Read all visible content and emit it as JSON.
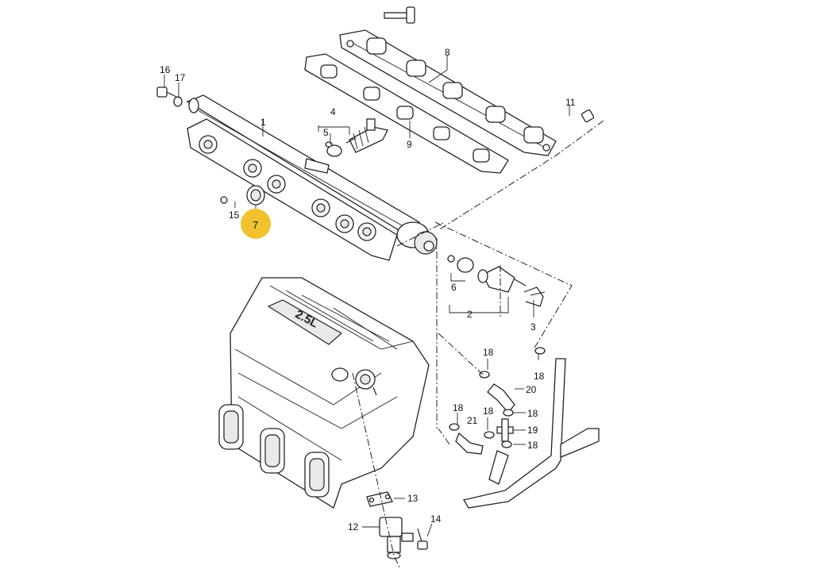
{
  "diagram": {
    "labels": {
      "p1": "1",
      "p2": "2",
      "p3": "3",
      "p4": "4",
      "p5": "5",
      "p6": "6",
      "p7": "7",
      "p8": "8",
      "p9": "9",
      "p11": "11",
      "p12": "12",
      "p13": "13",
      "p14": "14",
      "p15": "15",
      "p16": "16",
      "p17": "17",
      "p18": "18",
      "p19": "19",
      "p20": "20",
      "p21": "21"
    },
    "engine_badge": "2.5L",
    "highlight": {
      "part": "7",
      "color": "#f2c12e"
    }
  }
}
